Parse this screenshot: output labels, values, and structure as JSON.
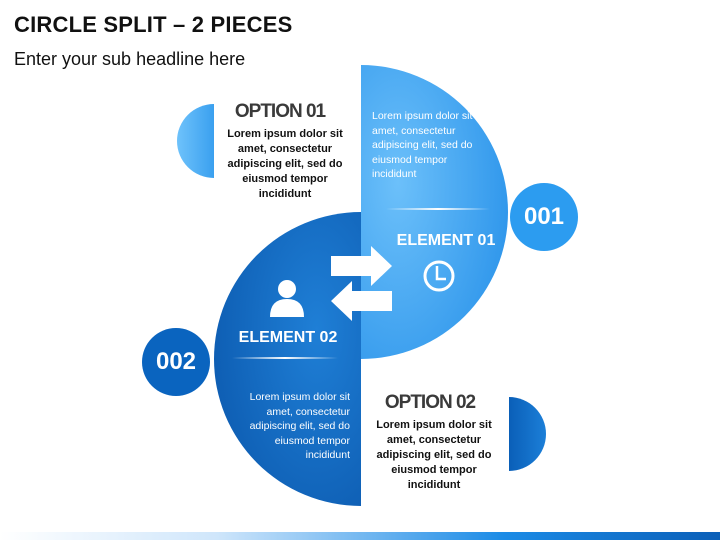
{
  "title": "CIRCLE SPLIT – 2 PIECES",
  "subtitle": "Enter your sub headline here",
  "colors": {
    "light_blue": "#3ea3f0",
    "dark_blue": "#0f6cc6",
    "light_badge": "#2c9cf0",
    "dark_badge": "#0a64bf"
  },
  "option1": {
    "title": "OPTION 01",
    "text": "Lorem ipsum dolor sit amet, consectetur adipiscing elit, sed do eiusmod tempor incididunt"
  },
  "option2": {
    "title": "OPTION 02",
    "text": "Lorem ipsum dolor sit amet, consectetur adipiscing elit, sed do eiusmod tempor incididunt"
  },
  "element1": {
    "label": "ELEMENT 01",
    "text": "Lorem ipsum dolor sit amet, consectetur adipiscing elit, sed do eiusmod tempor incididunt",
    "badge": "001",
    "icon": "clock-icon"
  },
  "element2": {
    "label": "ELEMENT 02",
    "text": "Lorem ipsum dolor sit amet, consectetur adipiscing elit, sed do eiusmod tempor incididunt",
    "badge": "002",
    "icon": "user-icon"
  }
}
